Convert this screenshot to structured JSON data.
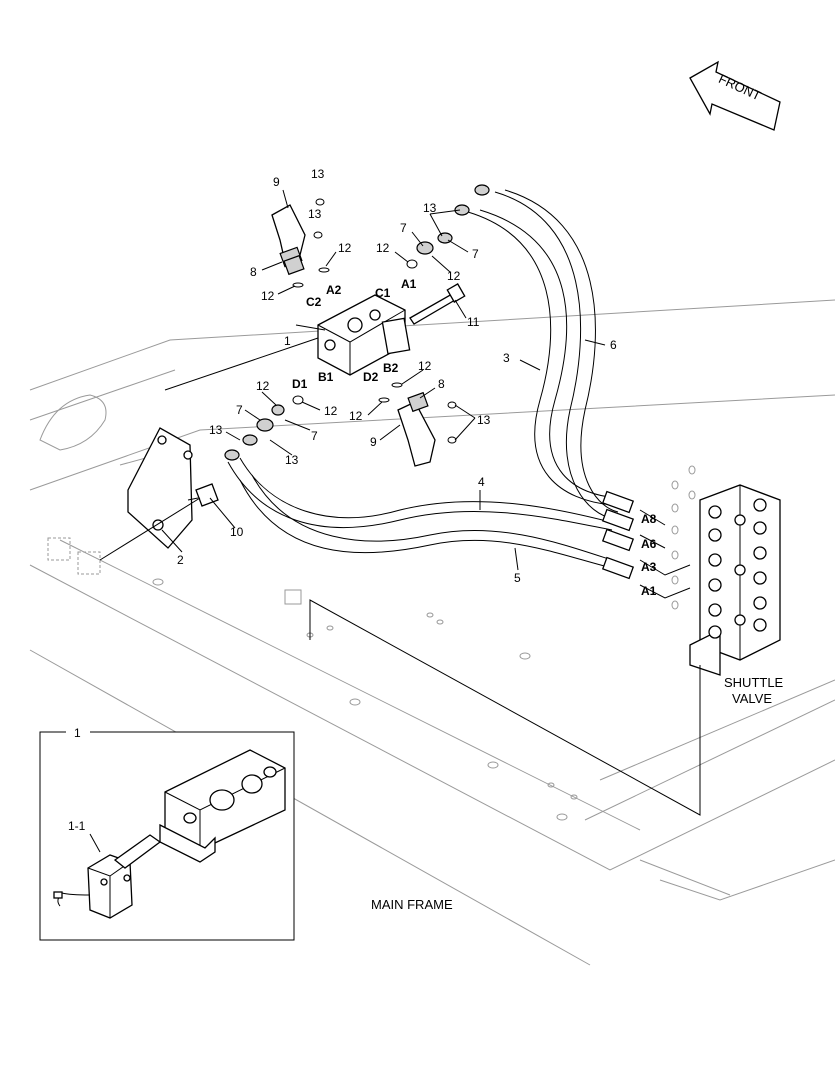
{
  "labels": {
    "front": "FRONT",
    "shuttle_line1": "SHUTTLE",
    "shuttle_line2": "VALVE",
    "main_frame": "MAIN FRAME",
    "inset_title": "1",
    "inset_sub": "1-1"
  },
  "callouts": {
    "c1": "1",
    "c2": "2",
    "c3": "3",
    "c4": "4",
    "c5": "5",
    "c6": "6",
    "c7a": "7",
    "c7b": "7",
    "c7c": "7",
    "c7d": "7",
    "c8a": "8",
    "c8b": "8",
    "c9a": "9",
    "c9b": "9",
    "c10": "10",
    "c11": "11",
    "c12a": "12",
    "c12b": "12",
    "c12c": "12",
    "c12d": "12",
    "c12e": "12",
    "c12f": "12",
    "c12g": "12",
    "c12h": "12",
    "c13a": "13",
    "c13b": "13",
    "c13c": "13",
    "c13d": "13",
    "c13e": "13",
    "c13f": "13"
  },
  "ports": {
    "A1": "A1",
    "A2": "A2",
    "B1": "B1",
    "B2": "B2",
    "C1": "C1",
    "C2": "C2",
    "D1": "D1",
    "D2": "D2",
    "A8": "A8",
    "A6": "A6",
    "A3": "A3",
    "A1b": "A1"
  }
}
